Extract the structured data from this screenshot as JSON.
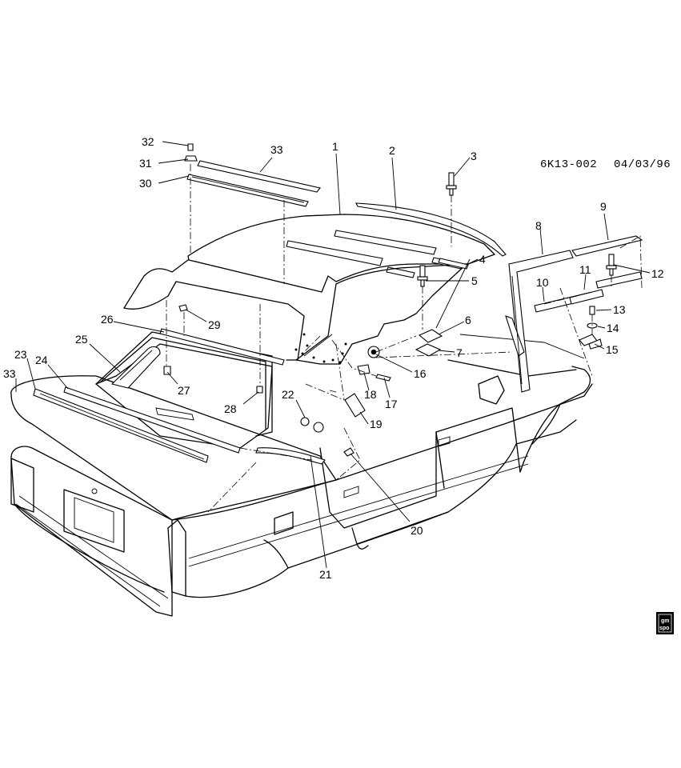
{
  "diagram_ref": "6K13-002",
  "diagram_date": "04/03/96",
  "logo": {
    "line1": "gm",
    "line2": "spo"
  },
  "callouts": [
    "1",
    "2",
    "3",
    "4",
    "5",
    "6",
    "7",
    "8",
    "9",
    "10",
    "11",
    "12",
    "13",
    "14",
    "15",
    "16",
    "17",
    "18",
    "19",
    "20",
    "21",
    "22",
    "23",
    "24",
    "25",
    "26",
    "27",
    "28",
    "29",
    "30",
    "31",
    "32",
    "33",
    "33"
  ]
}
